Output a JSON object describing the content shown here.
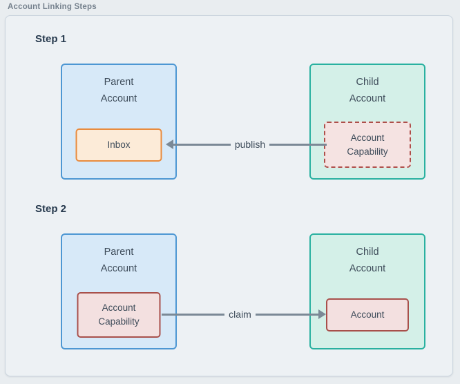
{
  "diagram": {
    "title": "Account Linking Steps",
    "steps": [
      {
        "label": "Step 1",
        "parent": {
          "title_lines": [
            "Parent",
            "Account"
          ],
          "inner_label": "Inbox"
        },
        "child": {
          "title_lines": [
            "Child",
            "Account"
          ],
          "inner_label": "Account Capability"
        },
        "arrow": {
          "label": "publish",
          "direction": "right-to-left"
        }
      },
      {
        "label": "Step 2",
        "parent": {
          "title_lines": [
            "Parent",
            "Account"
          ],
          "inner_label": "Account Capability"
        },
        "child": {
          "title_lines": [
            "Child",
            "Account"
          ],
          "inner_label": "Account"
        },
        "arrow": {
          "label": "claim",
          "direction": "left-to-right"
        }
      }
    ],
    "colors": {
      "parent_box_border": "#4d97d3",
      "parent_box_fill": "#d7e9f8",
      "child_box_border": "#29b1a0",
      "child_box_fill": "#d4f0e8",
      "inbox_border": "#e98b3d",
      "inbox_fill": "#fcebd8",
      "capability_border": "#a8504b",
      "capability_fill": "#f3e0e0",
      "arrow": "#7b8996",
      "panel_background": "#edf1f4",
      "page_background": "#e9edf0",
      "heading_text": "#26394d",
      "label_text": "#3d4b59",
      "figure_title_text": "#76828e"
    }
  }
}
